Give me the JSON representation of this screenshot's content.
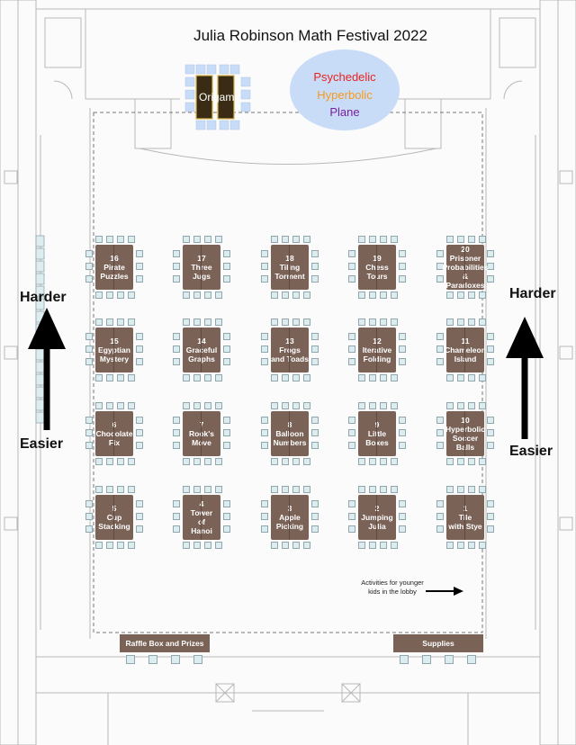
{
  "title": "Julia Robinson Math Festival 2022",
  "hyperbolic_area": {
    "line1": "Psychedelic",
    "line1_color": "#e8241e",
    "line2": "Hyperbolic",
    "line2_color": "#f59a1e",
    "line3": "Plane",
    "line3_color": "#7a1fa0"
  },
  "origami_label": "Origami",
  "colors": {
    "table": "#7a6257",
    "chair": "#dcecef",
    "oval": "#c9dcf7"
  },
  "difficulty_left": {
    "top": "Harder",
    "bottom": "Easier"
  },
  "difficulty_right": {
    "top": "Harder",
    "bottom": "Easier"
  },
  "activity_tables": [
    {
      "num": "16",
      "lines": [
        "Pirate",
        "Puzzles"
      ]
    },
    {
      "num": "17",
      "lines": [
        "Three",
        "Jugs"
      ]
    },
    {
      "num": "18",
      "lines": [
        "Tiling",
        "Torment"
      ]
    },
    {
      "num": "19",
      "lines": [
        "Chess",
        "Tours"
      ]
    },
    {
      "num": "20",
      "lines": [
        "Prisoner",
        "Probabilities",
        "&",
        "Paradoxes"
      ]
    },
    {
      "num": "15",
      "lines": [
        "Egyptian",
        "Mystery"
      ]
    },
    {
      "num": "14",
      "lines": [
        "Graceful",
        "Graphs"
      ]
    },
    {
      "num": "13",
      "lines": [
        "Frogs",
        "and Toads"
      ]
    },
    {
      "num": "12",
      "lines": [
        "Iterative",
        "Folding"
      ]
    },
    {
      "num": "11",
      "lines": [
        "Chameleon",
        "Island"
      ]
    },
    {
      "num": "6",
      "lines": [
        "Chocolate",
        "Fix"
      ]
    },
    {
      "num": "7",
      "lines": [
        "Rook's",
        "Move"
      ]
    },
    {
      "num": "8",
      "lines": [
        "Balloon",
        "Numbers"
      ]
    },
    {
      "num": "9",
      "lines": [
        "Little",
        "Boxes"
      ]
    },
    {
      "num": "10",
      "lines": [
        "Hyperbolic",
        "Soccer",
        "Balls"
      ]
    },
    {
      "num": "5",
      "lines": [
        "Cup",
        "Stacking"
      ]
    },
    {
      "num": "4",
      "lines": [
        "Tower",
        "of",
        "Hanoi"
      ]
    },
    {
      "num": "3",
      "lines": [
        "Apple",
        "Picking"
      ]
    },
    {
      "num": "2",
      "lines": [
        "Jumping",
        "Julia"
      ]
    },
    {
      "num": "1",
      "lines": [
        "Tile",
        "with Stye"
      ]
    }
  ],
  "lobby_note": "Activities for younger kids in the lobby",
  "raffle_label": "Raffle Box and Prizes",
  "supplies_label": "Supplies"
}
